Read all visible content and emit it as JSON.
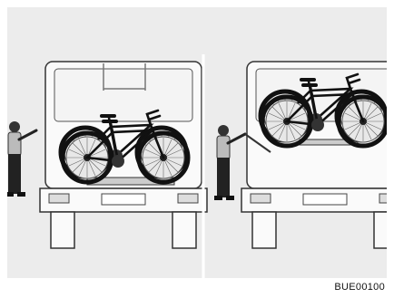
{
  "figure": {
    "code": "BUE00100",
    "panels": [
      {
        "name": "lowered-position"
      },
      {
        "name": "raised-position"
      }
    ]
  }
}
